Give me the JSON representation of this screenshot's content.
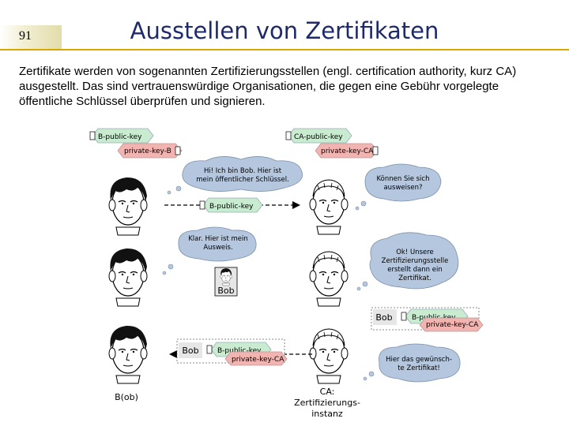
{
  "page_number": "91",
  "title": "Ausstellen von Zertifikaten",
  "intro": "Zertifikate werden von sogenannten Zertifizierungsstellen (engl. certification authority, kurz CA) ausgestellt. Das sind vertrauenswürdige Organisationen, die gegen eine Gebühr vorgelegte öffentliche Schlüssel überprüfen und signieren.",
  "keys": {
    "b_public": "B-public-key",
    "b_private": "private-key-B",
    "ca_public": "CA-public-key",
    "ca_private": "private-key-CA"
  },
  "bubbles": {
    "bob_hello": [
      "Hi! Ich bin Bob. Hier ist",
      "mein öffentlicher Schlüssel."
    ],
    "ca_ask": [
      "Können Sie sich",
      "ausweisen?"
    ],
    "bob_id": [
      "Klar. Hier ist mein",
      "Ausweis."
    ],
    "ca_ok": [
      "Ok! Unsere",
      "Zertifizierungsstelle",
      "erstellt dann ein",
      "Zertifikat."
    ],
    "ca_done": [
      "Hier das gewünsch-",
      "te Zertifikat!"
    ]
  },
  "transfer_key": "B-public-key",
  "id_card_name": "Bob",
  "cert_ca": {
    "name": "Bob",
    "public_key": "B-public-key",
    "signature": "private-key-CA"
  },
  "cert_bob": {
    "name": "Bob",
    "public_key": "B-public-key",
    "signature": "private-key-CA"
  },
  "labels": {
    "bob": "B(ob)",
    "ca": [
      "CA:",
      "Zertifizierungs-",
      "instanz"
    ]
  },
  "colors": {
    "title": "#1f2a6b",
    "rule": "#d8a700",
    "public_key": "#c9ecd0",
    "private_key": "#f2b4b0",
    "bubble": "#b5c7de"
  }
}
